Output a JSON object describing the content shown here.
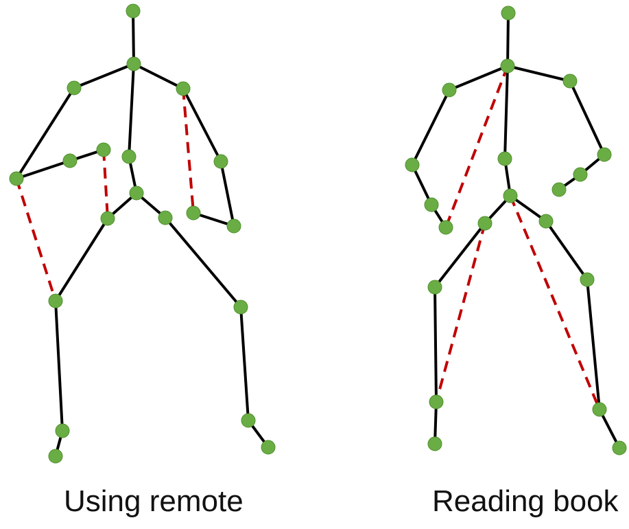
{
  "colors": {
    "background": "#ffffff",
    "bone": "#000000",
    "relation": "#c00000",
    "joint": "#6aad45"
  },
  "figures": [
    {
      "id": "left",
      "caption": "Using remote"
    },
    {
      "id": "right",
      "caption": "Reading book"
    }
  ]
}
